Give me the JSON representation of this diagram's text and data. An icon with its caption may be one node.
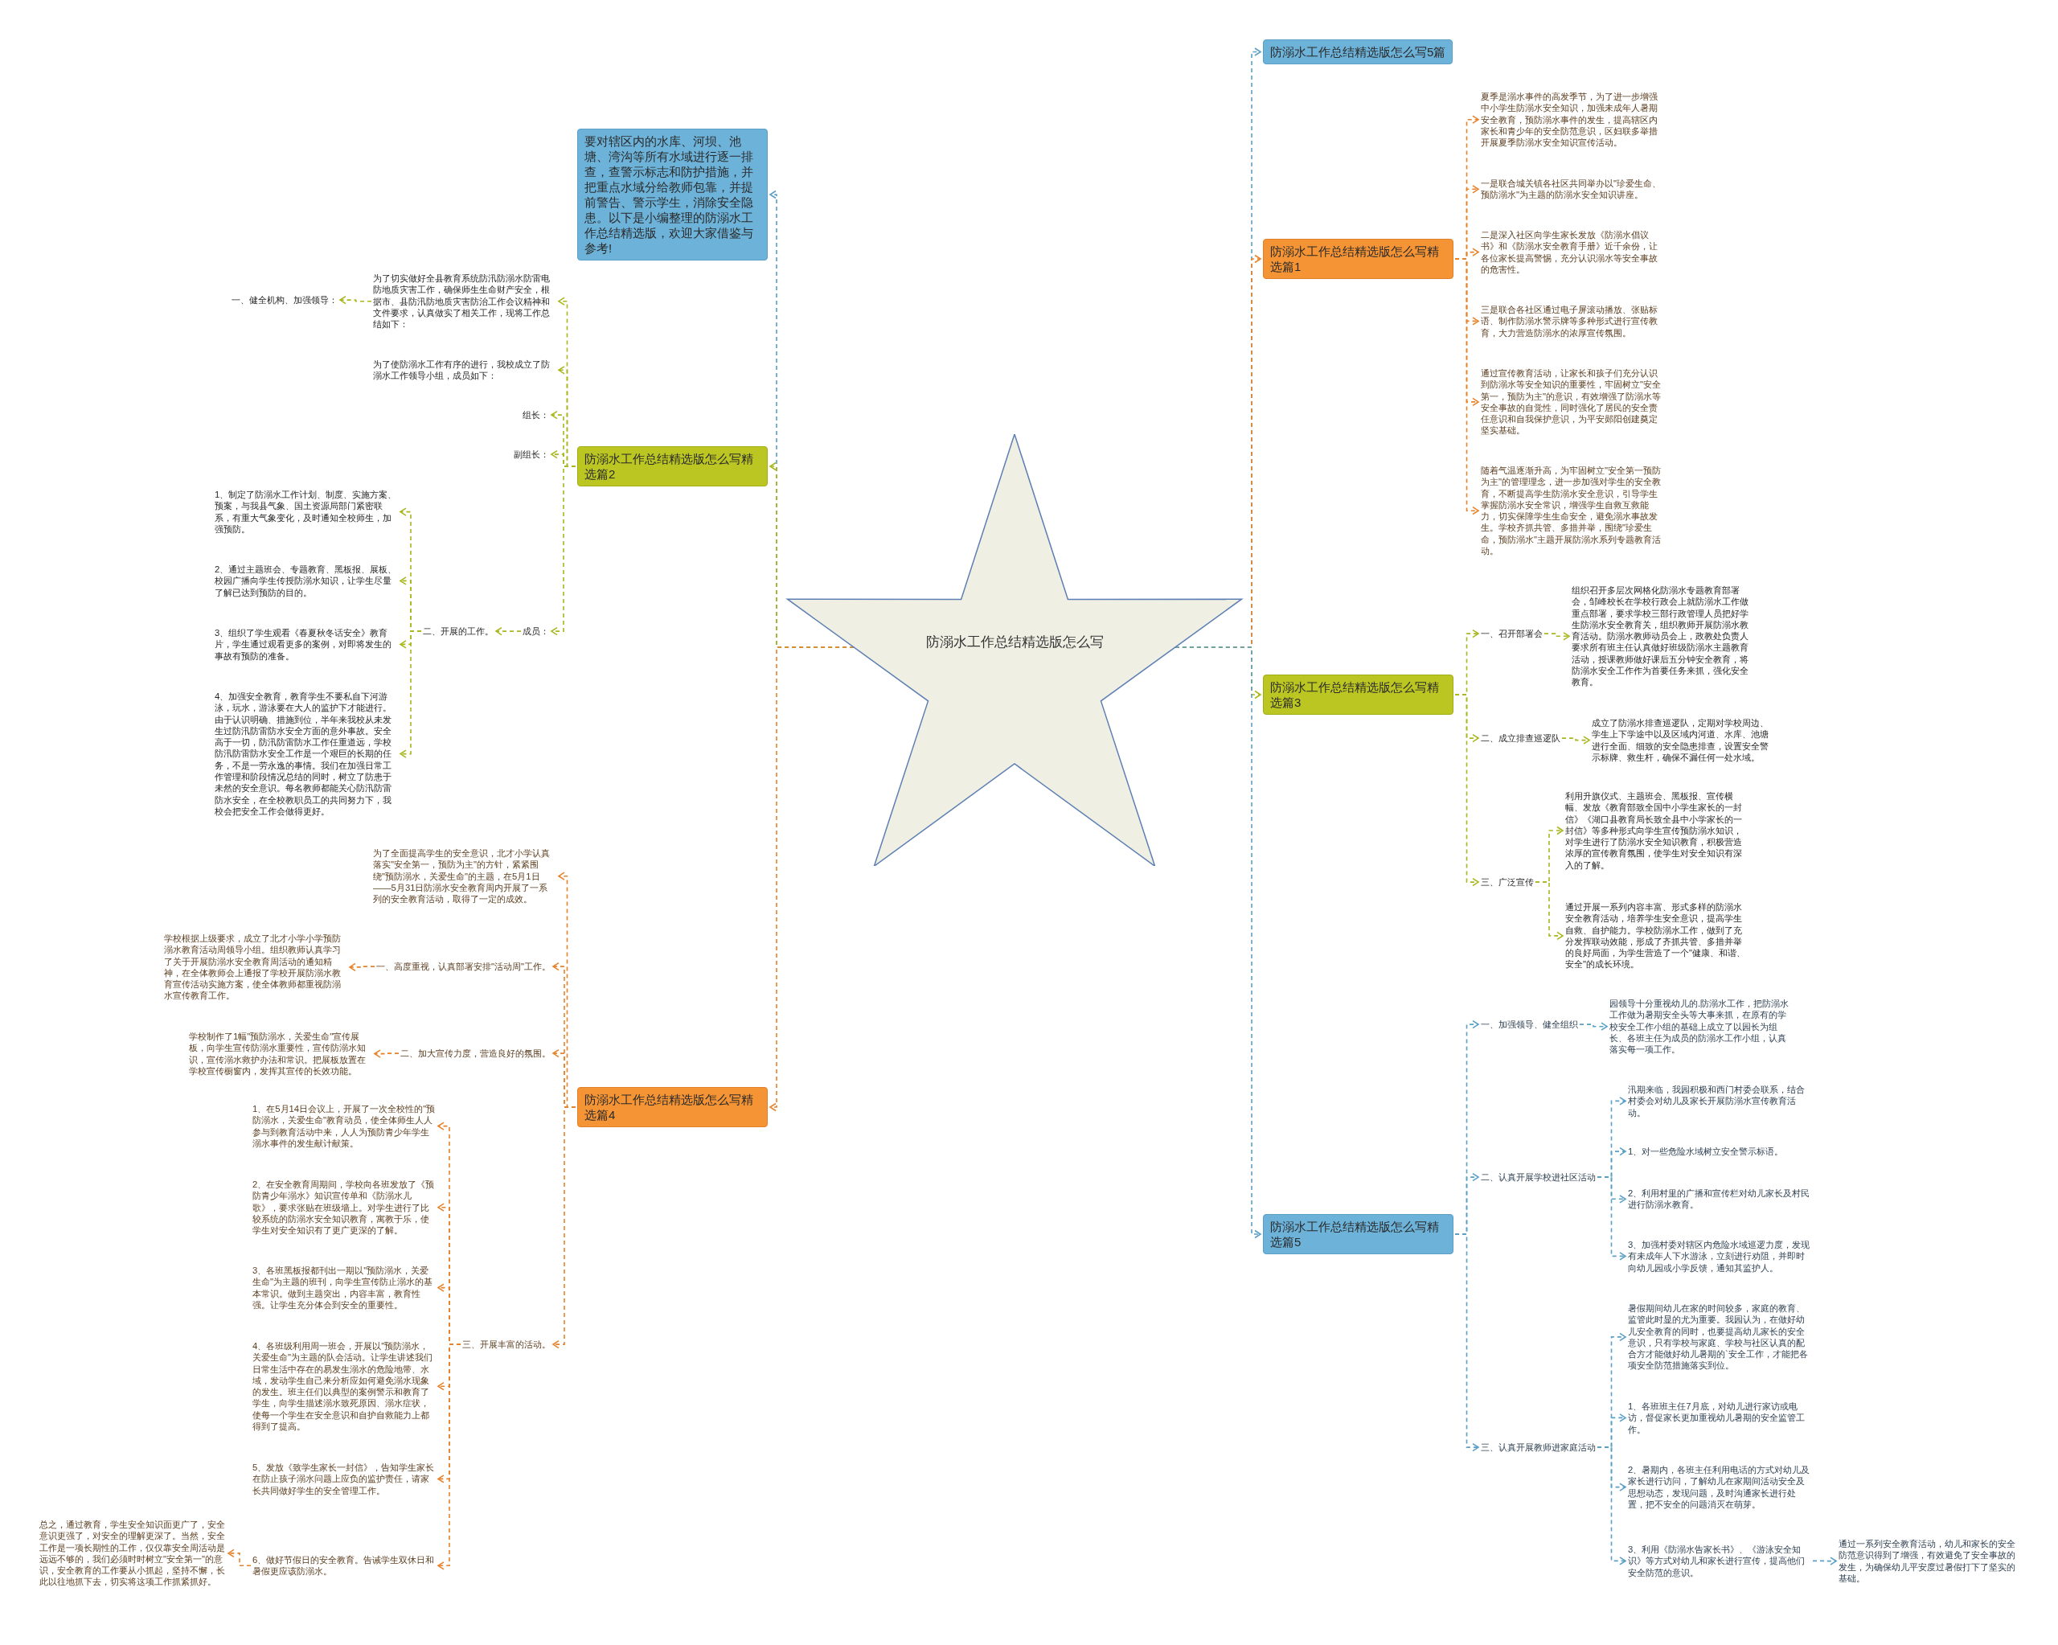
{
  "diagram": {
    "nodes": [
      {
        "text": [
          "防溺水工作总结精选版怎么写"
        ]
      },
      {
        "text": [
          "要对辖区内的水库、河坝、池塘、湾沟等所有水域进行逐一排查，查警示标志和防护措施，并把重点水域分给教师包靠，并提前警告、警示学生，消除安全隐患。以下是小编整理的防溺水工作总结精选版，欢迎大家借鉴与参考!"
        ]
      },
      {
        "text": [
          "防溺水工作总结精选版怎么写精选篇2"
        ]
      },
      {
        "text": [
          "为了切实做好全县教育系统防汛防溺水防雷电防地质灾害工作，确保师生生命财产安全，根据市、县防汛防地质灾害防治工作会议精神和文件要求，认真做实了相关工作，现将工作总结如下："
        ]
      },
      {
        "text": [
          "一、健全机构、加强领导："
        ]
      },
      {
        "text": [
          "为了使防溺水工作有序的进行，我校成立了防溺水工作领导小组，成员如下："
        ]
      },
      {
        "text": [
          "组长："
        ]
      },
      {
        "text": [
          "副组长："
        ]
      },
      {
        "text": [
          "成员："
        ]
      },
      {
        "text": [
          "二、开展的工作。"
        ]
      },
      {
        "text": [
          "1、制定了防溺水工作计划、制度、实施方案、预案，与我县气象、国土资源局部门紧密联系，有重大气象变化，及时通知全校师生，加强预防。"
        ]
      },
      {
        "text": [
          "2、通过主题班会、专题教育、黑板报、展板、校园广播向学生传授防溺水知识，让学生尽量了解已达到预防的目的。"
        ]
      },
      {
        "text": [
          "3、组织了学生观看《春夏秋冬话安全》教育片，学生通过观看更多的案例，对即将发生的事故有预防的准备。"
        ]
      },
      {
        "text": [
          "4、加强安全教育，教育学生不要私自下河游泳，玩水，游泳要在大人的监护下才能进行。由于认识明确、措施到位，半年来我校从未发生过防汛防雷防水安全方面的意外事故。安全高于一切，防汛防雷防水工作任重道远，学校防汛防雷防水安全工作是一个艰巨的长期的任务，不是一劳永逸的事情。我们在加强日常工作管理和阶段情况总结的同时，树立了防患于未然的安全意识。每名教师都能关心防汛防雷防水安全，在全校教职员工的共同努力下，我校会把安全工作会做得更好。"
        ]
      },
      {
        "text": [
          "防溺水工作总结精选版怎么写精选篇4"
        ]
      },
      {
        "text": [
          "为了全面提高学生的安全意识，北才小学认真落实\"安全第一，预防为主\"的方针，紧紧围绕\"预防溺水，关爱生命\"的主题，在5月1日——5月31日防溺水安全教育周内开展了一系列的安全教育活动，取得了一定的成效。"
        ]
      },
      {
        "text": [
          "一、高度重视，认真部署安排\"活动周\"工作。"
        ]
      },
      {
        "text": [
          "学校根据上级要求，成立了北才小学小学预防溺水教育活动周领导小组。组织教师认真学习了关于开展防溺水安全教育周活动的通知精神，在全体教师会上通报了学校开展防溺水教育宣传活动实施方案，使全体教师都重视防溺水宣传教育工作。"
        ]
      },
      {
        "text": [
          "二、加大宣传力度，营造良好的氛围。"
        ]
      },
      {
        "text": [
          "学校制作了1幅\"预防溺水，关爱生命\"宣传展板，向学生宣传防溺水重要性，宣传防溺水知识，宣传溺水救护办法和常识。把展板放置在学校宣传橱窗内，发挥其宣传的长效功能。"
        ]
      },
      {
        "text": [
          "三、开展丰富的活动。"
        ]
      },
      {
        "text": [
          "1、在5月14日会议上，开展了一次全校性的\"预防溺水，关爱生命\"教育动员，使全体师生人人参与到教育活动中来，人人为预防青少年学生溺水事件的发生献计献策。"
        ]
      },
      {
        "text": [
          "2、在安全教育周期间，学校向各班发放了《预防青少年溺水》知识宣传单和《防溺水儿歌》，要求张贴在班级墙上。对学生进行了比较系统的防溺水安全知识教育，寓教于乐，使学生对安全知识有了更广更深的了解。"
        ]
      },
      {
        "text": [
          "3、各班黑板报都刊出一期以\"预防溺水，关爱生命\"为主题的班刊，向学生宣传防止溺水的基本常识。做到主题突出，内容丰富，教育性强。让学生充分体会到安全的重要性。"
        ]
      },
      {
        "text": [
          "4、各班级利用周一班会，开展以\"预防溺水，关爱生命\"为主题的队会活动。让学生讲述我们日常生活中存在的易发生溺水的危险地带、水域，发动学生自己来分析应如何避免溺水现象的发生。班主任们以典型的案例警示和教育了学生，向学生描述溺水致死原因、溺水症状，使每一个学生在安全意识和自护自救能力上都得到了提高。"
        ]
      },
      {
        "text": [
          "5、发放《致学生家长一封信》，告知学生家长在防止孩子溺水问题上应负的监护责任，请家长共同做好学生的安全管理工作。"
        ]
      },
      {
        "text": [
          "6、做好节假日的安全教育。告诫学生双休日和暑假更应该防溺水。"
        ]
      },
      {
        "text": [
          "总之，通过教育，学生安全知识面更广了，安全意识更强了，对安全的理解更深了。当然，安全工作是一项长期性的工作，仅仅靠安全周活动是远远不够的，我们必须时时树立\"安全第一\"的意识，安全教育的工作要从小抓起，坚持不懈，长此以往地抓下去，切实将这项工作抓紧抓好。"
        ]
      },
      {
        "text": [
          "防溺水工作总结精选版怎么写5篇"
        ]
      },
      {
        "text": [
          "防溺水工作总结精选版怎么写精选篇1"
        ]
      },
      {
        "text": [
          "夏季是溺水事件的高发季节，为了进一步增强中小学生防溺水安全知识，加强未成年人暑期安全教育，预防溺水事件的发生，提高辖区内家长和青少年的安全防范意识，区妇联多举措开展夏季防溺水安全知识宣传活动。"
        ]
      },
      {
        "text": [
          "一是联合城关镇各社区共同举办以\"珍爱生命、预防溺水\"为主题的防溺水安全知识讲座。"
        ]
      },
      {
        "text": [
          "二是深入社区向学生家长发放《防溺水倡议书》和《防溺水安全教育手册》近千余份，让各位家长提高警惕，充分认识溺水等安全事故的危害性。"
        ]
      },
      {
        "text": [
          "三是联合各社区通过电子屏滚动播放、张贴标语、制作防溺水警示牌等多种形式进行宣传教育，大力营造防溺水的浓厚宣传氛围。"
        ]
      },
      {
        "text": [
          "通过宣传教育活动，让家长和孩子们充分认识到防溺水等安全知识的重要性，牢固树立\"安全第一，预防为主\"的意识，有效增强了防溺水等安全事故的自觉性，同时强化了居民的安全责任意识和自我保护意识，为平安郧阳创建奠定坚实基础。"
        ]
      },
      {
        "text": [
          "随着气温逐渐升高，为牢固树立\"安全第一预防为主\"的管理理念，进一步加强对学生的安全教育，不断提高学生防溺水安全意识，引导学生掌握防溺水安全常识，增强学生自救互救能力，切实保障学生生命安全，避免溺水事故发生。学校齐抓共管、多措并举，围绕\"珍爱生命，预防溺水\"主题开展防溺水系列专题教育活动。"
        ]
      },
      {
        "text": [
          "防溺水工作总结精选版怎么写精选篇3"
        ]
      },
      {
        "text": [
          "一、召开部署会"
        ]
      },
      {
        "text": [
          "组织召开多层次网格化防溺水专题教育部署会，邹峰校长在学校行政会上就防溺水工作做重点部署，要求学校三部行政管理人员把好学生防溺水安全教育关，组织教师开展防溺水教育活动。防溺水教师动员会上，政教处负责人要求所有班主任认真做好班级防溺水主题教育活动，授课教师做好课后五分钟安全教育，将防溺水安全工作作为首要任务来抓，强化安全教育。"
        ]
      },
      {
        "text": [
          "二、成立排查巡逻队"
        ]
      },
      {
        "text": [
          "成立了防溺水排查巡逻队，定期对学校周边、学生上下学途中以及区域内河道、水库、池塘进行全面、细致的安全隐患排查，设置安全警示标牌、救生杆，确保不漏任何一处水域。"
        ]
      },
      {
        "text": [
          "三、广泛宣传"
        ]
      },
      {
        "text": [
          "利用升旗仪式、主题班会、黑板报、宣传横幅、发放《教育部致全国中小学生家长的一封信》《湖口县教育局长致全县中小学家长的一封信》等多种形式向学生宣传预防溺水知识，对学生进行了防溺水安全知识教育，积极营造浓厚的宣传教育氛围，使学生对安全知识有深入的了解。"
        ]
      },
      {
        "text": [
          "通过开展一系列内容丰富、形式多样的防溺水安全教育活动，培养学生安全意识，提高学生自救、自护能力。学校防溺水工作，做到了充分发挥联动效能，形成了齐抓共管、多措并举的良好局面，为学生营造了一个\"健康、和谐、安全\"的成长环境。"
        ]
      },
      {
        "text": [
          "防溺水工作总结精选版怎么写精选篇5"
        ]
      },
      {
        "text": [
          "一、加强领导、健全组织"
        ]
      },
      {
        "text": [
          "园领导十分重视幼儿的.防溺水工作，把防溺水工作做为暑期安全头等大事来抓，在原有的学校安全工作小组的基础上成立了以园长为组长、各班主任为成员的防溺水工作小组，认真落实每一项工作。"
        ]
      },
      {
        "text": [
          "二、认真开展学校进社区活动"
        ]
      },
      {
        "text": [
          "汛期来临，我园积极和西门村委会联系，结合村委会对幼儿及家长开展防溺水宣传教育活动。"
        ]
      },
      {
        "text": [
          "1、对一些危险水域树立安全警示标语。"
        ]
      },
      {
        "text": [
          "2、利用村里的广播和宣传栏对幼儿家长及村民进行防溺水教育。"
        ]
      },
      {
        "text": [
          "3、加强村委对辖区内危险水域巡逻力度，发现有未成年人下水游泳，立刻进行劝阻，并即时向幼儿园或小学反馈，通知其监护人。"
        ]
      },
      {
        "text": [
          "三、认真开展教师进家庭活动"
        ]
      },
      {
        "text": [
          "暑假期间幼儿在家的时间较多，家庭的教育、监管此时显的尤为重要。我园认为，在做好幼儿安全教育的同时，也要提高幼儿家长的安全意识，只有学校与家庭、学校与社区认真的配合方才能做好幼儿暑期的`安全工作，才能把各项安全防范措施落实到位。"
        ]
      },
      {
        "text": [
          "1、各班班主任7月底，对幼儿进行家访或电访，督促家长更加重视幼儿暑期的安全监管工作。"
        ]
      },
      {
        "text": [
          "2、暑期内，各班主任利用电话的方式对幼儿及家长进行访问，了解幼儿在家期间活动安全及思想动态，发现问题，及时沟通家长进行处置，把不安全的问题消灭在萌芽。"
        ]
      },
      {
        "text": [
          "3、利用《防溺水告家长书》、《游泳安全知识》等方式对幼儿和家长进行宣传，提高他们安全防范的意识。"
        ]
      },
      {
        "text": [
          "通过一系列安全教育活动，幼儿和家长的安全防范意识得到了增强，有效避免了安全事故的发生，为确保幼儿平安度过暑假打下了坚实的基础。"
        ]
      }
    ],
    "edges": [
      {
        "from": 0,
        "to": 1,
        "arrow": "to",
        "style": "dashed",
        "color": "#5a9fc6"
      },
      {
        "from": 0,
        "to": 2,
        "arrow": "to",
        "style": "dashed",
        "color": "#a9b71c"
      },
      {
        "from": 2,
        "to": 3,
        "arrow": "to",
        "style": "dashed",
        "color": "#a9b71c"
      },
      {
        "from": 3,
        "to": 4,
        "arrow": "to",
        "style": "dashed",
        "color": "#a9b71c"
      },
      {
        "from": 2,
        "to": 5,
        "arrow": "to",
        "style": "dashed",
        "color": "#a9b71c"
      },
      {
        "from": 2,
        "to": 6,
        "arrow": "to",
        "style": "dashed",
        "color": "#a9b71c"
      },
      {
        "from": 2,
        "to": 7,
        "arrow": "to",
        "style": "dashed",
        "color": "#a9b71c"
      },
      {
        "from": 2,
        "to": 8,
        "arrow": "to",
        "style": "dashed",
        "color": "#a9b71c"
      },
      {
        "from": 8,
        "to": 9,
        "arrow": "to",
        "style": "dashed",
        "color": "#a9b71c"
      },
      {
        "from": 9,
        "to": 10,
        "arrow": "to",
        "style": "dashed",
        "color": "#a9b71c"
      },
      {
        "from": 9,
        "to": 11,
        "arrow": "to",
        "style": "dashed",
        "color": "#a9b71c"
      },
      {
        "from": 9,
        "to": 12,
        "arrow": "to",
        "style": "dashed",
        "color": "#a9b71c"
      },
      {
        "from": 9,
        "to": 13,
        "arrow": "to",
        "style": "dashed",
        "color": "#a9b71c"
      },
      {
        "from": 0,
        "to": 14,
        "arrow": "to",
        "style": "dashed",
        "color": "#e8822a"
      },
      {
        "from": 14,
        "to": 15,
        "arrow": "to",
        "style": "dashed",
        "color": "#e8822a"
      },
      {
        "from": 14,
        "to": 16,
        "arrow": "to",
        "style": "dashed",
        "color": "#e8822a"
      },
      {
        "from": 16,
        "to": 17,
        "arrow": "to",
        "style": "dashed",
        "color": "#e8822a"
      },
      {
        "from": 14,
        "to": 18,
        "arrow": "to",
        "style": "dashed",
        "color": "#e8822a"
      },
      {
        "from": 18,
        "to": 19,
        "arrow": "to",
        "style": "dashed",
        "color": "#e8822a"
      },
      {
        "from": 14,
        "to": 20,
        "arrow": "to",
        "style": "dashed",
        "color": "#e8822a"
      },
      {
        "from": 20,
        "to": 21,
        "arrow": "to",
        "style": "dashed",
        "color": "#e8822a"
      },
      {
        "from": 20,
        "to": 22,
        "arrow": "to",
        "style": "dashed",
        "color": "#e8822a"
      },
      {
        "from": 20,
        "to": 23,
        "arrow": "to",
        "style": "dashed",
        "color": "#e8822a"
      },
      {
        "from": 20,
        "to": 24,
        "arrow": "to",
        "style": "dashed",
        "color": "#e8822a"
      },
      {
        "from": 20,
        "to": 25,
        "arrow": "to",
        "style": "dashed",
        "color": "#e8822a"
      },
      {
        "from": 20,
        "to": 26,
        "arrow": "to",
        "style": "dashed",
        "color": "#e8822a"
      },
      {
        "from": 26,
        "to": 27,
        "arrow": "to",
        "style": "dashed",
        "color": "#e8822a"
      },
      {
        "from": 0,
        "to": 28,
        "arrow": "to",
        "style": "dashed",
        "color": "#5a9fc6"
      },
      {
        "from": 0,
        "to": 29,
        "arrow": "to",
        "style": "dashed",
        "color": "#e8822a"
      },
      {
        "from": 29,
        "to": 30,
        "arrow": "to",
        "style": "dashed",
        "color": "#e8822a"
      },
      {
        "from": 29,
        "to": 31,
        "arrow": "to",
        "style": "dashed",
        "color": "#e8822a"
      },
      {
        "from": 29,
        "to": 32,
        "arrow": "to",
        "style": "dashed",
        "color": "#e8822a"
      },
      {
        "from": 29,
        "to": 33,
        "arrow": "to",
        "style": "dashed",
        "color": "#e8822a"
      },
      {
        "from": 29,
        "to": 34,
        "arrow": "to",
        "style": "dashed",
        "color": "#e8822a"
      },
      {
        "from": 29,
        "to": 35,
        "arrow": "to",
        "style": "dashed",
        "color": "#e8822a"
      },
      {
        "from": 0,
        "to": 36,
        "arrow": "to",
        "style": "dashed",
        "color": "#a9b71c"
      },
      {
        "from": 36,
        "to": 37,
        "arrow": "to",
        "style": "dashed",
        "color": "#a9b71c"
      },
      {
        "from": 37,
        "to": 38,
        "arrow": "to",
        "style": "dashed",
        "color": "#a9b71c"
      },
      {
        "from": 36,
        "to": 39,
        "arrow": "to",
        "style": "dashed",
        "color": "#a9b71c"
      },
      {
        "from": 39,
        "to": 40,
        "arrow": "to",
        "style": "dashed",
        "color": "#a9b71c"
      },
      {
        "from": 36,
        "to": 41,
        "arrow": "to",
        "style": "dashed",
        "color": "#a9b71c"
      },
      {
        "from": 41,
        "to": 42,
        "arrow": "to",
        "style": "dashed",
        "color": "#a9b71c"
      },
      {
        "from": 41,
        "to": 43,
        "arrow": "to",
        "style": "dashed",
        "color": "#a9b71c"
      },
      {
        "from": 0,
        "to": 44,
        "arrow": "to",
        "style": "dashed",
        "color": "#5a9fc6"
      },
      {
        "from": 44,
        "to": 45,
        "arrow": "to",
        "style": "dashed",
        "color": "#5a9fc6"
      },
      {
        "from": 45,
        "to": 46,
        "arrow": "to",
        "style": "dashed",
        "color": "#5a9fc6"
      },
      {
        "from": 44,
        "to": 47,
        "arrow": "to",
        "style": "dashed",
        "color": "#5a9fc6"
      },
      {
        "from": 47,
        "to": 48,
        "arrow": "to",
        "style": "dashed",
        "color": "#5a9fc6"
      },
      {
        "from": 47,
        "to": 49,
        "arrow": "to",
        "style": "dashed",
        "color": "#5a9fc6"
      },
      {
        "from": 47,
        "to": 50,
        "arrow": "to",
        "style": "dashed",
        "color": "#5a9fc6"
      },
      {
        "from": 47,
        "to": 51,
        "arrow": "to",
        "style": "dashed",
        "color": "#5a9fc6"
      },
      {
        "from": 44,
        "to": 52,
        "arrow": "to",
        "style": "dashed",
        "color": "#5a9fc6"
      },
      {
        "from": 52,
        "to": 53,
        "arrow": "to",
        "style": "dashed",
        "color": "#5a9fc6"
      },
      {
        "from": 52,
        "to": 54,
        "arrow": "to",
        "style": "dashed",
        "color": "#5a9fc6"
      },
      {
        "from": 52,
        "to": 55,
        "arrow": "to",
        "style": "dashed",
        "color": "#5a9fc6"
      },
      {
        "from": 52,
        "to": 56,
        "arrow": "to",
        "style": "dashed",
        "color": "#5a9fc6"
      },
      {
        "from": 56,
        "to": 57,
        "arrow": "to",
        "style": "dashed",
        "color": "#5a9fc6"
      }
    ]
  }
}
